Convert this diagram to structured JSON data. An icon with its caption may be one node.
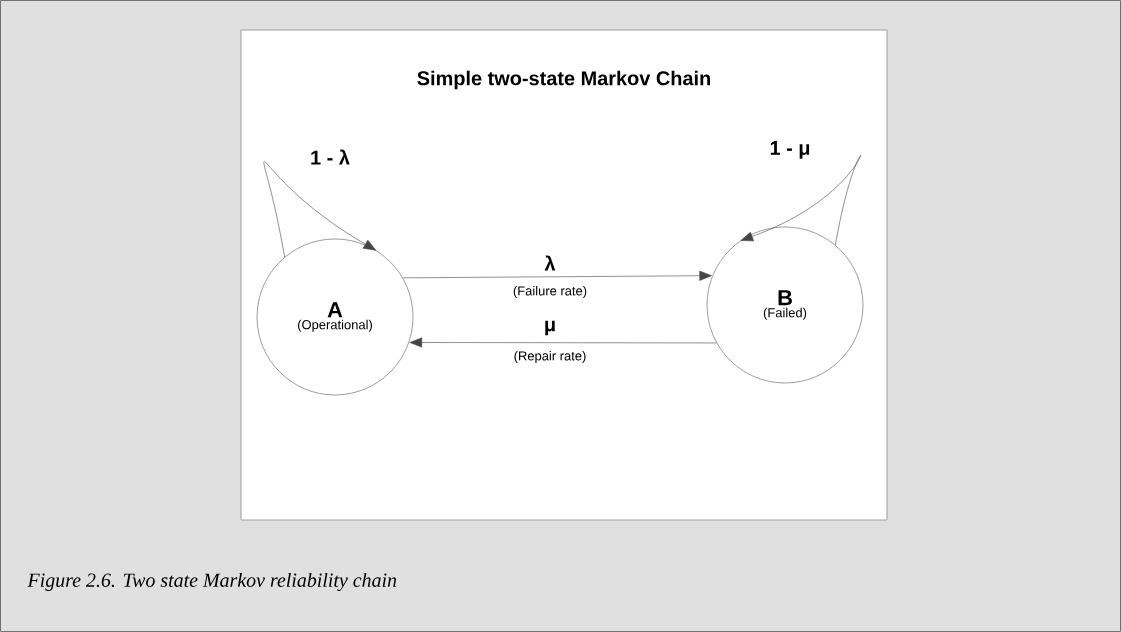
{
  "diagram": {
    "title": "Simple two-state Markov Chain",
    "caption": "Figure 2.6. Two state Markov reliability chain",
    "nodes": [
      {
        "text": [
          "A",
          "(Operational)"
        ]
      },
      {
        "text": [
          "B",
          "(Failed)"
        ]
      }
    ],
    "edges": [
      {
        "from": 0,
        "to": 0,
        "arrow": "to",
        "label": "1 - λ"
      },
      {
        "from": 1,
        "to": 1,
        "arrow": "to",
        "label": "1 - μ"
      },
      {
        "from": 0,
        "to": 1,
        "arrow": "to",
        "label": "λ"
      },
      {
        "from": 1,
        "to": 0,
        "arrow": "to",
        "label": "μ"
      }
    ],
    "labels": [
      "(Failure rate)",
      "(Repair rate)"
    ]
  }
}
